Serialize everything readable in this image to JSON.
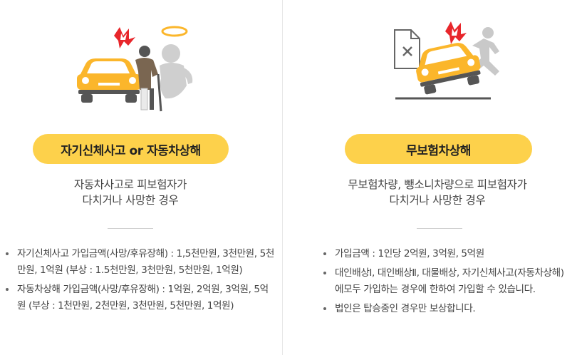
{
  "left": {
    "pill_label": "자기신체사고 or 자동차상해",
    "desc_line1": "자동차사고로 피보험자가",
    "desc_line2": "다치거나 사망한 경우",
    "items": [
      "자기신체사고 가입금액(사망/후유장해) : 1,5천만원, 3천만원, 5천만원, 1억원 (부상 : 1.5천만원, 3천만원, 5천만원, 1억원)",
      "자동차상해 가입금액(사망/후유장해) : 1억원, 2억원, 3억원, 5억원 (부상 : 1천만원, 2천만원, 3천만원, 5천만원, 1억원)"
    ]
  },
  "right": {
    "pill_label": "무보험차상해",
    "desc_line1": "무보험차량, 뺑소니차량으로 피보험자가",
    "desc_line2": "다치거나 사망한 경우",
    "items": [
      "가입금액 : 1인당 2억원, 3억원, 5억원",
      "대인배상Ⅰ, 대인배상Ⅱ, 대물배상, 자기신체사고(자동차상해)에모두 가입하는 경우에 한하여 가입할 수 있습니다.",
      "법인은 탑승중인 경우만 보상합니다."
    ]
  },
  "icons": {
    "left_illustration": "car-hitting-injured-person-illustration",
    "right_illustration": "uninsured-car-hit-and-run-illustration"
  },
  "colors": {
    "accent_yellow": "#fdd14b",
    "car_body": "#fbb62b",
    "alert_red": "#e8262b",
    "ghost_gray": "#c9c9c9",
    "text": "#444444"
  }
}
